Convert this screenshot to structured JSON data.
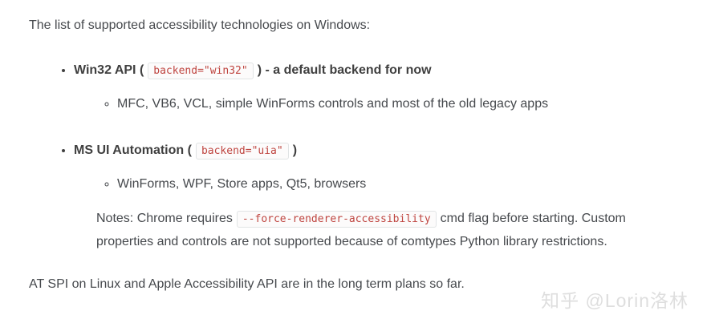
{
  "intro": "The list of supported accessibility technologies on Windows:",
  "list": [
    {
      "label": "Win32 API (",
      "code": "backend=\"win32\"",
      "label_after": ") - a default backend for now",
      "sub_items": [
        "MFC, VB6, VCL, simple WinForms controls and most of the old legacy apps"
      ]
    },
    {
      "label": "MS UI Automation (",
      "code": "backend=\"uia\"",
      "label_after": ")",
      "sub_items": [
        "WinForms, WPF, Store apps, Qt5, browsers"
      ],
      "note": {
        "before": "Notes: Chrome requires",
        "code": "--force-renderer-accessibility",
        "after": "cmd flag before starting. Custom properties and controls are not supported because of comtypes Python library restrictions."
      }
    }
  ],
  "footer": "AT SPI on Linux and Apple Accessibility API are in the long term plans so far.",
  "watermark": "知乎 @Lorin洛林",
  "colors": {
    "body_text": "#46494d",
    "bold_text": "#404040",
    "code_text": "#bf4540",
    "code_border": "#e1e4e5",
    "code_background": "#fcfbfb",
    "watermark": "#dedede"
  }
}
